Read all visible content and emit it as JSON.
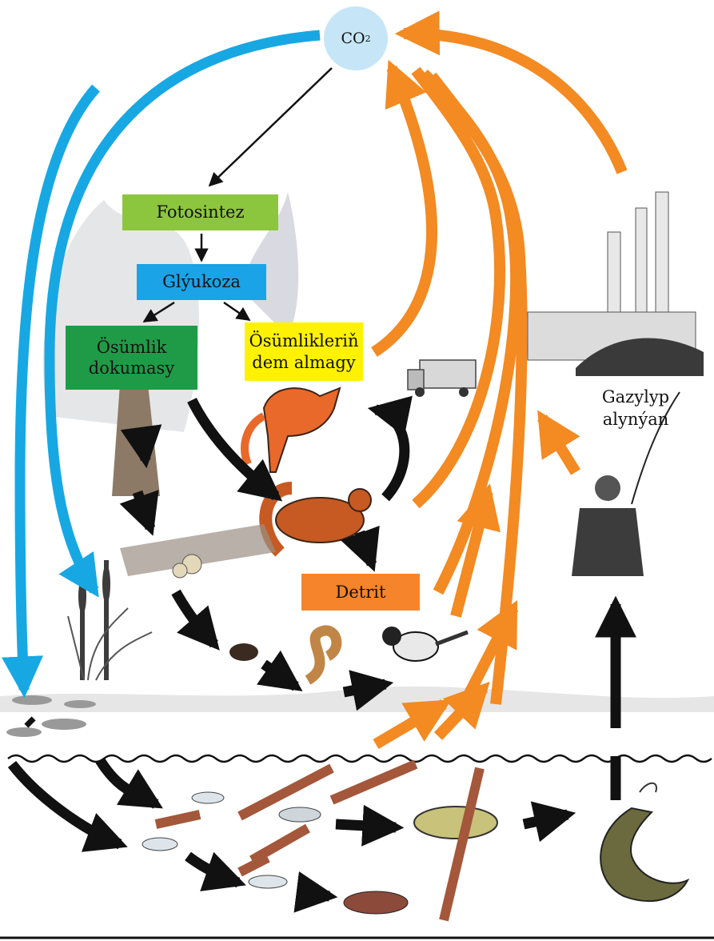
{
  "co2": {
    "label": "CO",
    "subscript": "2"
  },
  "boxes": {
    "fotosintez": "Fotosintez",
    "glyukoza": "Glýukoza",
    "osumlik_line1": "Ösümlik",
    "osumlik_line2": "dokumasy",
    "dem_line1": "Ösümlikleriň",
    "dem_line2": "dem almagy",
    "detrit": "Detrit"
  },
  "labels": {
    "gazylyp_line1": "Gazylyp",
    "gazylyp_line2": "alynýan"
  },
  "colors": {
    "co2_circle": "#c6e6f7",
    "fotosintez_bg": "#8cc63f",
    "glyukoza_bg": "#1aa3e6",
    "osumlik_bg": "#1f9b47",
    "dem_bg": "#fff200",
    "detrit_bg": "#f5842b",
    "blue_arrow": "#17a8e3",
    "orange_arrow": "#f38a22",
    "brown_bar": "#a4573a",
    "black_arrow": "#111111"
  }
}
